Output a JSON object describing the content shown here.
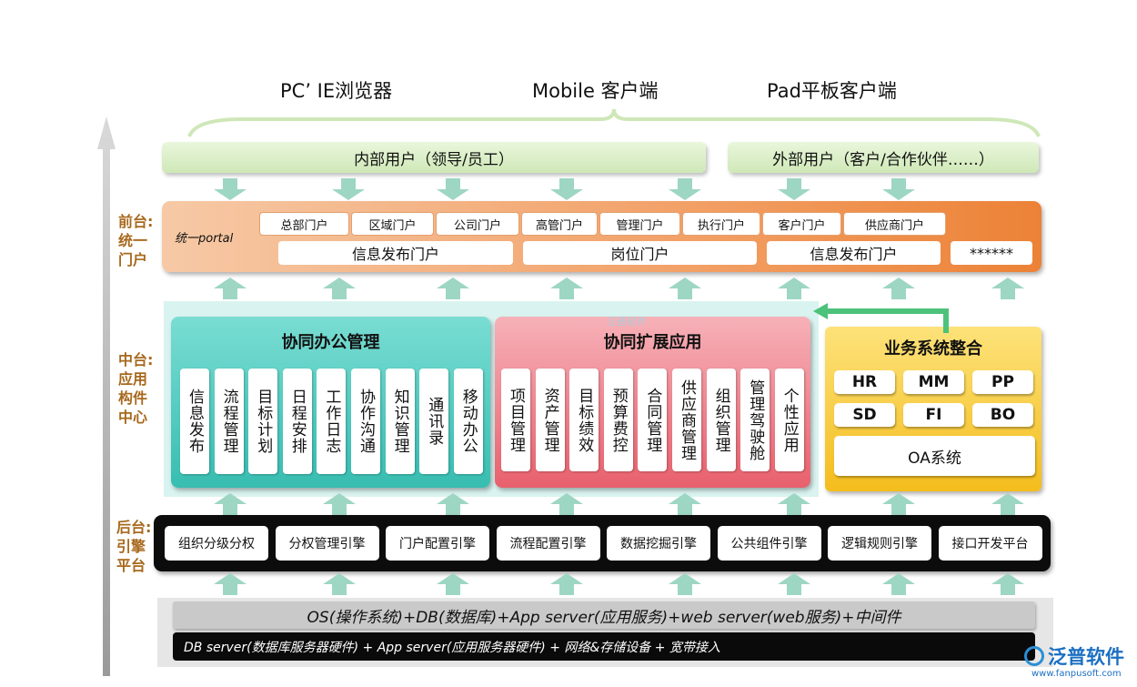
{
  "clients": {
    "pc": "PC’ IE浏览器",
    "mobile": "Mobile 客户端",
    "pad": "Pad平板客户端"
  },
  "users": {
    "internal": "内部用户（领导/员工）",
    "external": "外部用户（客户/合作伙伴……）"
  },
  "side_labels": {
    "front": "前台:\n统一\n门户",
    "middle": "中台:\n应用\n构件\n中心",
    "back": "后台:\n引擎\n平台"
  },
  "portal": {
    "label": "统一portal",
    "top": [
      "总部门户",
      "区域门户",
      "公司门户",
      "高管门户",
      "管理门户",
      "执行门户",
      "客户门户",
      "供应商门户"
    ],
    "bottom": [
      "信息发布门户",
      "岗位门户",
      "信息发布门户",
      "******"
    ]
  },
  "collab_office": {
    "title": "协同办公管理",
    "items": [
      "信息发布",
      "流程管理",
      "目标计划",
      "日程安排",
      "工作日志",
      "协作沟通",
      "知识管理",
      "通讯录",
      "移动办公"
    ]
  },
  "collab_ext": {
    "title": "协同扩展应用",
    "items": [
      "项目管理",
      "资产管理",
      "目标绩效",
      "预算费控",
      "合同管理",
      "供应商管理",
      "组织管理",
      "管理驾驶舱",
      "个性应用"
    ]
  },
  "integration": {
    "title": "业务系统整合",
    "modules": [
      "HR",
      "MM",
      "PP",
      "SD",
      "FI",
      "BO"
    ],
    "oa": "OA系统"
  },
  "engines": [
    "组织分级分权",
    "分权管理引擎",
    "门户配置引擎",
    "流程配置引擎",
    "数据挖掘引擎",
    "公共组件引擎",
    "逻辑规则引擎",
    "接口开发平台"
  ],
  "infra": {
    "line1": "OS(操作系统)+DB(数据库)+App server(应用服务)+web server(web服务)+中间件",
    "line2": "DB server(数据库服务器硬件)  + App server(应用服务器硬件) + 网络&存储设备 + 宽带接入"
  },
  "watermark": "泛普软件",
  "logo": {
    "name": "泛普软件",
    "url": "www.fanpusoft.com"
  },
  "colors": {
    "teal": "#3fc9bd",
    "pink": "#ec7681",
    "yellow": "#f5c52c",
    "orange": "#ef8a3f",
    "green_arrow": "#8fd4b3"
  }
}
